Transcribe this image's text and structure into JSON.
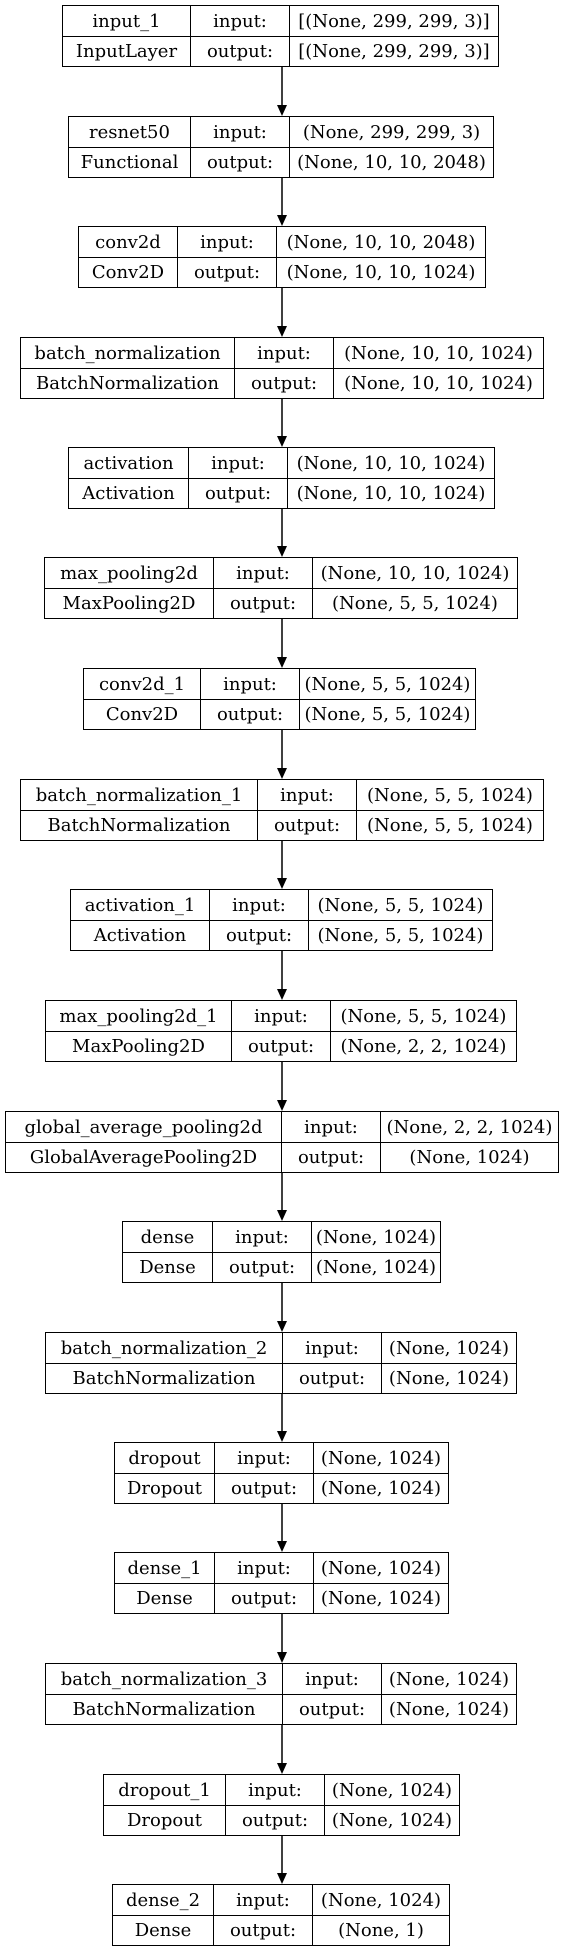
{
  "diagram": {
    "type": "keras-model-plot",
    "input_label": "input:",
    "output_label": "output:",
    "layers": [
      {
        "name": "input_1",
        "type": "InputLayer",
        "input": "[(None, 299, 299, 3)]",
        "output": "[(None, 299, 299, 3)]"
      },
      {
        "name": "resnet50",
        "type": "Functional",
        "input": "(None, 299, 299, 3)",
        "output": "(None, 10, 10, 2048)"
      },
      {
        "name": "conv2d",
        "type": "Conv2D",
        "input": "(None, 10, 10, 2048)",
        "output": "(None, 10, 10, 1024)"
      },
      {
        "name": "batch_normalization",
        "type": "BatchNormalization",
        "input": "(None, 10, 10, 1024)",
        "output": "(None, 10, 10, 1024)"
      },
      {
        "name": "activation",
        "type": "Activation",
        "input": "(None, 10, 10, 1024)",
        "output": "(None, 10, 10, 1024)"
      },
      {
        "name": "max_pooling2d",
        "type": "MaxPooling2D",
        "input": "(None, 10, 10, 1024)",
        "output": "(None, 5, 5, 1024)"
      },
      {
        "name": "conv2d_1",
        "type": "Conv2D",
        "input": "(None, 5, 5, 1024)",
        "output": "(None, 5, 5, 1024)"
      },
      {
        "name": "batch_normalization_1",
        "type": "BatchNormalization",
        "input": "(None, 5, 5, 1024)",
        "output": "(None, 5, 5, 1024)"
      },
      {
        "name": "activation_1",
        "type": "Activation",
        "input": "(None, 5, 5, 1024)",
        "output": "(None, 5, 5, 1024)"
      },
      {
        "name": "max_pooling2d_1",
        "type": "MaxPooling2D",
        "input": "(None, 5, 5, 1024)",
        "output": "(None, 2, 2, 1024)"
      },
      {
        "name": "global_average_pooling2d",
        "type": "GlobalAveragePooling2D",
        "input": "(None, 2, 2, 1024)",
        "output": "(None, 1024)"
      },
      {
        "name": "dense",
        "type": "Dense",
        "input": "(None, 1024)",
        "output": "(None, 1024)"
      },
      {
        "name": "batch_normalization_2",
        "type": "BatchNormalization",
        "input": "(None, 1024)",
        "output": "(None, 1024)"
      },
      {
        "name": "dropout",
        "type": "Dropout",
        "input": "(None, 1024)",
        "output": "(None, 1024)"
      },
      {
        "name": "dense_1",
        "type": "Dense",
        "input": "(None, 1024)",
        "output": "(None, 1024)"
      },
      {
        "name": "batch_normalization_3",
        "type": "BatchNormalization",
        "input": "(None, 1024)",
        "output": "(None, 1024)"
      },
      {
        "name": "dropout_1",
        "type": "Dropout",
        "input": "(None, 1024)",
        "output": "(None, 1024)"
      },
      {
        "name": "dense_2",
        "type": "Dense",
        "input": "(None, 1024)",
        "output": "(None, 1)"
      }
    ]
  }
}
